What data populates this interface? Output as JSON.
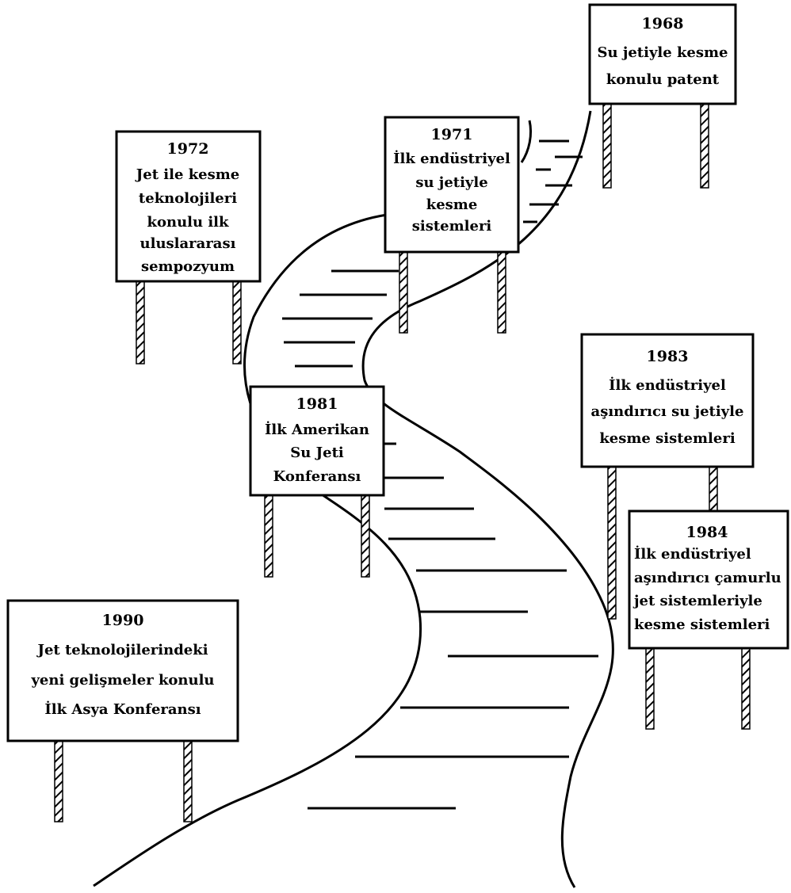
{
  "milestones": [
    {
      "year": "1968",
      "lines": [
        "Su jetiyle kesme",
        "konulu patent"
      ]
    },
    {
      "year": "1971",
      "lines": [
        "İlk endüstriyel",
        "su jetiyle",
        "kesme",
        "sistemleri"
      ]
    },
    {
      "year": "1972",
      "lines": [
        "Jet ile kesme",
        "teknolojileri",
        "konulu ilk",
        "uluslararası",
        "sempozyum"
      ]
    },
    {
      "year": "1981",
      "lines": [
        "İlk Amerikan",
        "Su Jeti",
        "Konferansı"
      ]
    },
    {
      "year": "1983",
      "lines": [
        "İlk endüstriyel",
        "aşındırıcı su jetiyle",
        "kesme sistemleri"
      ]
    },
    {
      "year": "1984",
      "lines": [
        "İlk endüstriyel",
        "aşındırıcı çamurlu",
        "jet sistemleriyle",
        "kesme sistemleri"
      ]
    },
    {
      "year": "1990",
      "lines": [
        "Jet teknolojilerindeki",
        "yeni gelişmeler konulu",
        "İlk Asya Konferansı"
      ]
    }
  ]
}
